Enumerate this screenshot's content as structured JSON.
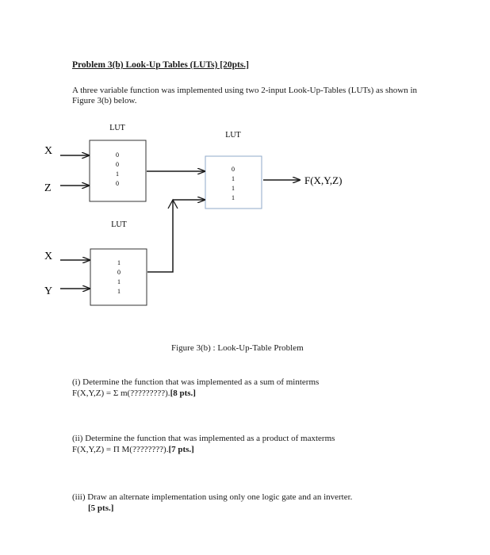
{
  "problem": {
    "title": "Problem 3(b)  Look-Up Tables (LUTs) [20pts.]",
    "intro": "A three variable function was implemented using two 2-input Look-Up-Tables (LUTs) as shown in Figure 3(b) below."
  },
  "figure": {
    "lut_label": "LUT",
    "lut1": {
      "values": [
        "0",
        "0",
        "1",
        "0"
      ],
      "inputs": [
        "X",
        "Z"
      ]
    },
    "lut2": {
      "values": [
        "1",
        "0",
        "1",
        "1"
      ],
      "inputs": [
        "X",
        "Y"
      ]
    },
    "lut3": {
      "values": [
        "0",
        "1",
        "1",
        "1"
      ]
    },
    "output_label": "F(X,Y,Z)",
    "caption": "Figure 3(b) :  Look-Up-Table Problem"
  },
  "questions": [
    {
      "line1": "(i) Determine the function that was implemented as a sum of minterms",
      "expr": "F(X,Y,Z) = Σ m(?????????).",
      "points": "[8 pts.]"
    },
    {
      "line1": "(ii) Determine the function that was implemented as a product of maxterms",
      "expr": "F(X,Y,Z) = Π M(????????).",
      "points": "[7 pts.]"
    },
    {
      "line1": "(iii) Draw an alternate implementation using only one logic gate and an inverter.",
      "points": "[5 pts.]"
    }
  ],
  "colors": {
    "lut3_border": "#8fa8c8",
    "lut_border": "#333333",
    "text": "#1a1a1a"
  }
}
